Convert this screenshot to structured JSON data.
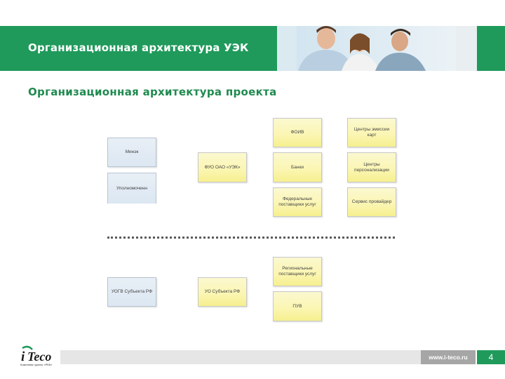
{
  "header": {
    "title": "Организационная архитектура УЭК",
    "accent_color": "#1f9a5b"
  },
  "section_title": "Организационная архитектура проекта",
  "diagram": {
    "left_column": [
      {
        "label": "Минэк"
      },
      {
        "label": "Уполномоченн"
      },
      {
        "label": "УОГВ Субъекта РФ"
      }
    ],
    "middle_column": [
      {
        "label": "ФУО ОАО «УЭК»"
      },
      {
        "label": "УО Субъекта РФ"
      }
    ],
    "center_column": [
      {
        "label": "ФОИВ"
      },
      {
        "label": "Банки"
      },
      {
        "label": "Федеральные поставщики услуг"
      },
      {
        "label": "Региональные поставщики услуг"
      },
      {
        "label": "ПУВ"
      }
    ],
    "right_column": [
      {
        "label": "Центры эмиссии карт"
      },
      {
        "label": "Центры персонализации"
      },
      {
        "label": "Сервис провайдер"
      }
    ]
  },
  "footer": {
    "url": "www.i-teco.ru",
    "page": "4",
    "logo": "i-Teco",
    "logo_tagline": "Компания группы «РБК»"
  }
}
